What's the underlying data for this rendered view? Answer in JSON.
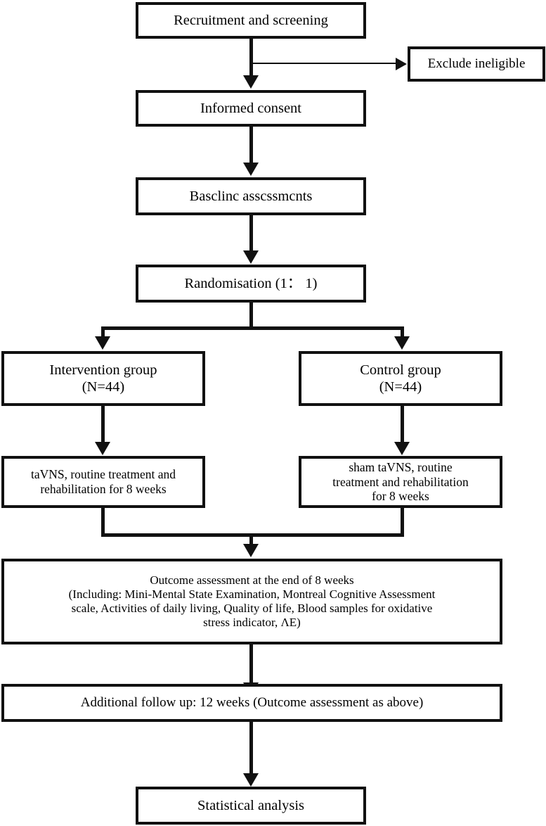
{
  "diagram": {
    "title": "Clinical trial participant flow diagram",
    "colors": {
      "stroke": "#111111",
      "background": "#ffffff",
      "text": "#000000"
    },
    "nodes": {
      "recruitment": "Recruitment and screening",
      "exclude": "Exclude ineligible",
      "consent": "Informed consent",
      "baseline": "Basclinc asscssmcnts",
      "randomisation": "Randomisation (1： 1)",
      "intervention_group": "Intervention group\n(N=44)",
      "control_group": "Control group\n(N=44)",
      "intervention_treatment": "taVNS, routine treatment and\nrehabilitation for 8 weeks",
      "control_treatment": "sham taVNS,  routine\ntreatment and rehabilitation\nfor 8 weeks",
      "outcome_assessment": "Outcome assessment at the end of 8 weeks\n(Including: Mini-Mental State Examination,  Montreal Cognitive Assessment\nscale, Activities of daily living, Quality of life, Blood samples for oxidative\nstress indicator, ΛE)",
      "followup": "Additional follow up: 12 weeks (Outcome assessment as above)",
      "statistical_analysis": "Statistical analysis"
    },
    "connectors": {
      "recruitment_to_consent": "arrow-down",
      "recruitment_to_exclude": "arrow-right",
      "consent_to_baseline": "arrow-down",
      "baseline_to_randomisation": "arrow-down",
      "randomisation_split": "branch-split-two-way",
      "intervention_to_treatment": "arrow-down",
      "control_to_treatment": "arrow-down",
      "treatments_merge": "branch-merge-two-way",
      "outcome_to_followup": "arrow-down",
      "followup_to_analysis": "arrow-down"
    }
  }
}
